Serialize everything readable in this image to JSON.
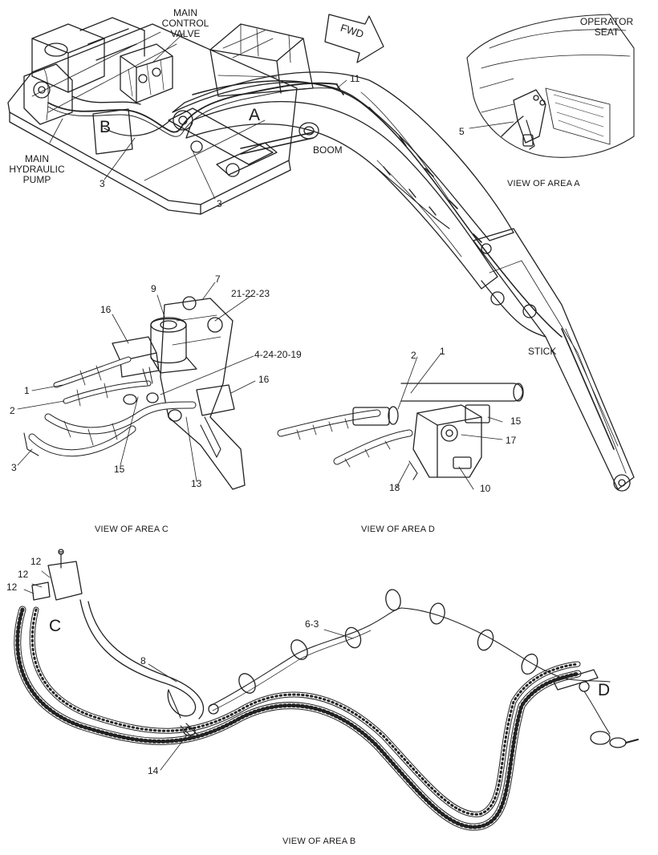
{
  "labels": {
    "main_control_valve": "MAIN\nCONTROL\nVALVE",
    "main_hydraulic_pump": "MAIN\nHYDRAULIC\nPUMP",
    "area_b_marker": "B",
    "area_a_marker": "A",
    "boom": "BOOM",
    "fwd": "FWD",
    "stick": "STICK",
    "operator_seat": "OPERATOR\nSEAT",
    "area_c_marker": "C",
    "area_d_marker": "D"
  },
  "callouts": {
    "c3_a": "3",
    "c3_b": "3",
    "c11": "11",
    "c5": "5",
    "c9": "9",
    "c7": "7",
    "c21_22_23": "21-22-23",
    "c16_a": "16",
    "c4_24_20_19": "4-24-20-19",
    "c16_b": "16",
    "c1_a": "1",
    "c2_a": "2",
    "c3_c": "3",
    "c15_a": "15",
    "c13": "13",
    "c2_b": "2",
    "c1_b": "1",
    "c15_b": "15",
    "c17": "17",
    "c18": "18",
    "c10": "10",
    "c12_a": "12",
    "c12_b": "12",
    "c12_c": "12",
    "c6_3": "6-3",
    "c8": "8",
    "c14": "14"
  },
  "captions": {
    "area_a": "VIEW OF AREA A",
    "area_c": "VIEW OF AREA C",
    "area_d": "VIEW OF AREA D",
    "area_b": "VIEW OF AREA B"
  }
}
